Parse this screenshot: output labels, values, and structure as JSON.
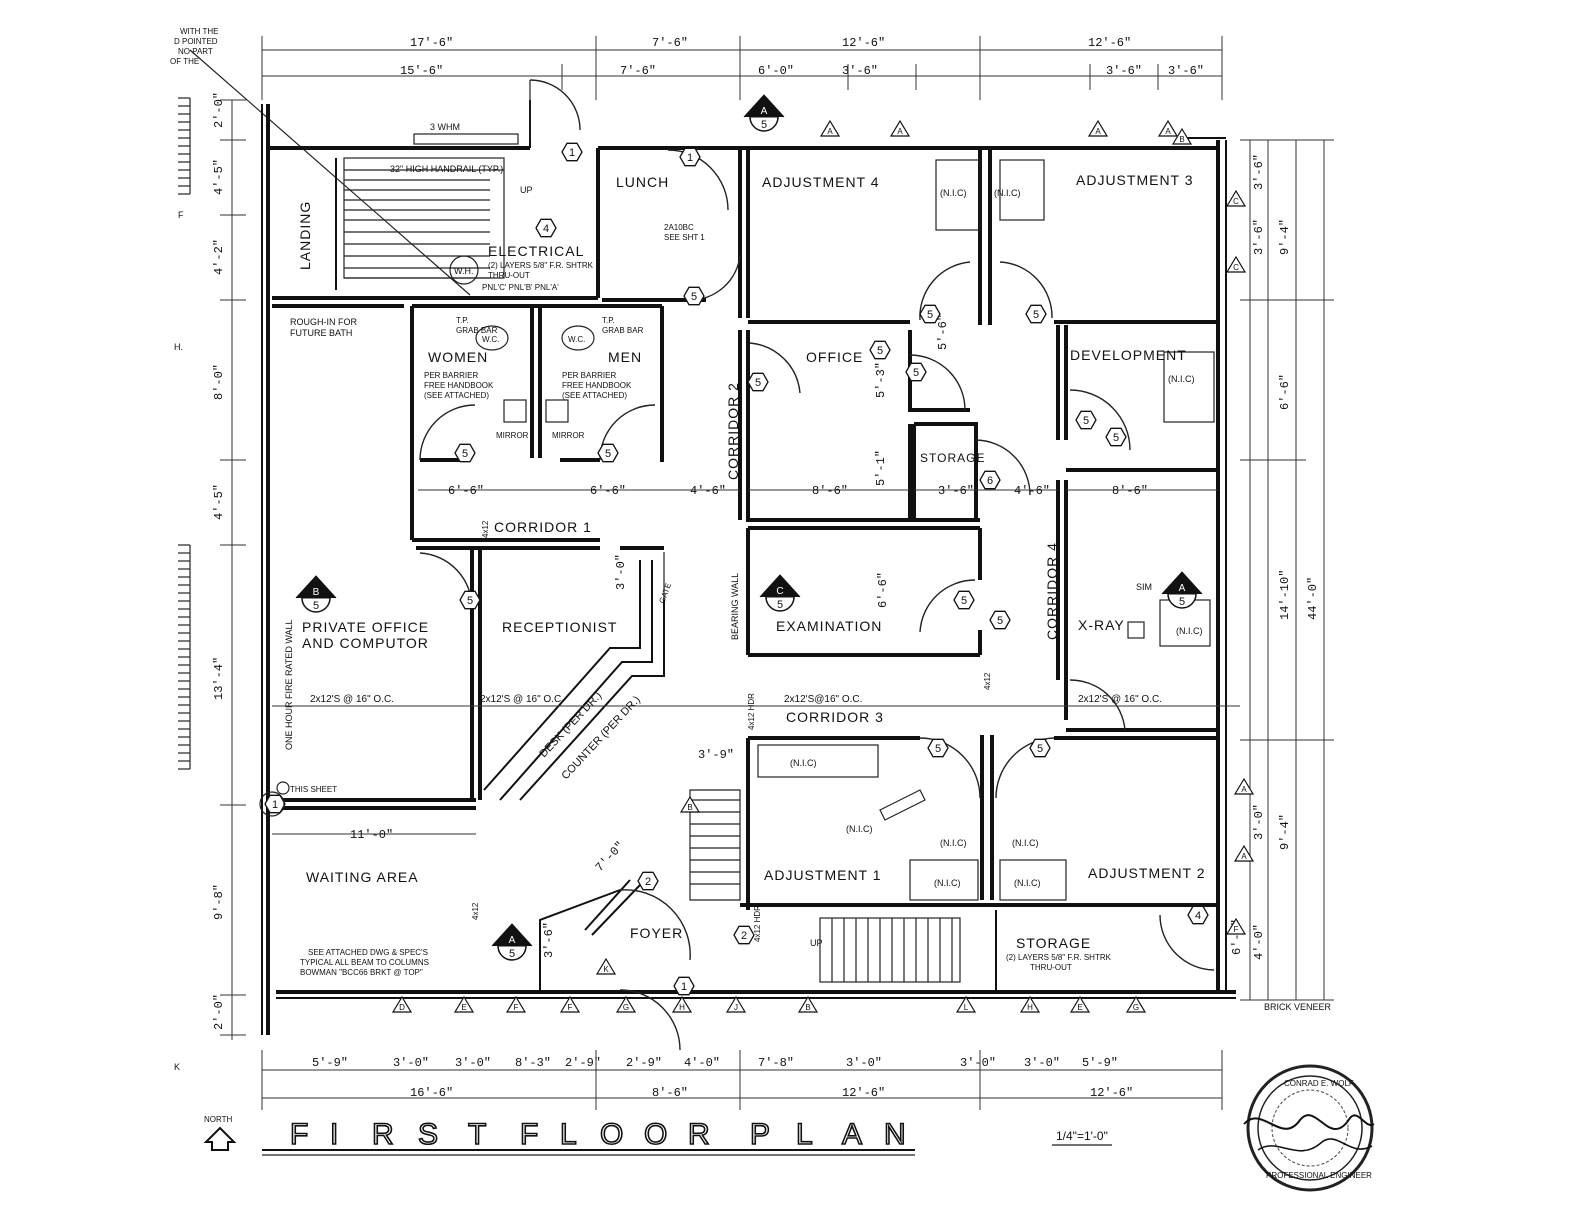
{
  "title": {
    "letters": [
      "F",
      "I",
      "R",
      "S",
      "T",
      "F",
      "L",
      "O",
      "O",
      "R",
      "P",
      "L",
      "A",
      "N"
    ],
    "scale": "1/4\"=1'-0\"",
    "north": "NORTH"
  },
  "rooms": {
    "landing": "LANDING",
    "electrical": "ELECTRICAL",
    "lunch": "LUNCH",
    "adjustment4": "ADJUSTMENT 4",
    "adjustment3": "ADJUSTMENT 3",
    "women": "WOMEN",
    "men": "MEN",
    "office": "OFFICE",
    "development": "DEVELOPMENT",
    "storage_mid": "STORAGE",
    "corridor1": "CORRIDOR 1",
    "corridor2": "CORRIDOR 2",
    "corridor3": "CORRIDOR 3",
    "corridor4": "CORRIDOR 4",
    "private_office_1": "PRIVATE OFFICE",
    "private_office_2": "AND COMPUTOR",
    "receptionist": "RECEPTIONIST",
    "examination": "EXAMINATION",
    "xray": "X-RAY",
    "waiting": "WAITING AREA",
    "foyer": "FOYER",
    "adjustment1": "ADJUSTMENT 1",
    "adjustment2": "ADJUSTMENT 2",
    "storage_bottom": "STORAGE",
    "desk": "DESK (PER DR.)",
    "counter": "COUNTER (PER DR.)"
  },
  "dims_top_outer": [
    "17'-6\"",
    "7'-6\"",
    "12'-6\"",
    "12'-6\""
  ],
  "dims_top_inner": [
    "15'-6\"",
    "7'-6\"",
    "6'-0\"",
    "3'-6\"",
    "3'-6\"",
    "3'-6\""
  ],
  "dims_bottom_inner": [
    "5'-9\"",
    "3'-0\"",
    "3'-0\"",
    "8'-3\"",
    "2'-9\"",
    "2'-9\"",
    "4'-0\"",
    "7'-8\"",
    "3'-0\"",
    "3'-0\"",
    "3'-0\"",
    "5'-9\""
  ],
  "dims_bottom_outer": [
    "16'-6\"",
    "8'-6\"",
    "12'-6\"",
    "12'-6\""
  ],
  "dims_left": [
    "2'-0\"",
    "4'-5\"",
    "4'-2\"",
    "8'-0\"",
    "4'-5\"",
    "13'-4\"",
    "9'-8\"",
    "2'-0\""
  ],
  "dims_right": [
    "3'-6\"",
    "3'-6\"",
    "9'-4\"",
    "6'-6\"",
    "14'-10\"",
    "44'-0\"",
    "3'-0\"",
    "9'-4\"",
    "4'-0\"",
    "6'-6\""
  ],
  "interior_dims": [
    "6'-6\"",
    "6'-6\"",
    "4'-6\"",
    "8'-6\"",
    "3'-6\"",
    "4'-6\"",
    "8'-6\"",
    "11'-0\"",
    "3'-9\"",
    "7'-0\"",
    "3'-6\"",
    "5'-1\"",
    "5'-3\"",
    "6'-6\"",
    "3'-0\"",
    "5'-6\""
  ],
  "beam_notes": [
    "2x12'S @ 16\" O.C.",
    "2x12'S @ 16\" O.C.",
    "2x12'S@16\" O.C.",
    "2x12'S @ 16\" O.C."
  ],
  "notes": {
    "handrail": "32\" HIGH HANDRAIL (TYP.)",
    "up1": "UP",
    "up2": "UP",
    "whm": "3 WHM",
    "wh": "W.H.",
    "elec_note1": "(2) LAYERS 5/8\" F.R. SHTRK",
    "elec_note2": "THRU-OUT",
    "panels": "PNL'C'  PNL'B'  PNL'A'",
    "lunch_note1": "2A10BC",
    "lunch_note2": "SEE SHT 1",
    "rough_in1": "ROUGH-IN FOR",
    "rough_in2": "FUTURE BATH",
    "tp_grab1": "T.P.",
    "grab_bar1": "GRAB BAR",
    "tp_grab2": "T.P.",
    "grab_bar2": "GRAB BAR",
    "wc1": "W.C.",
    "wc2": "W.C.",
    "barrier1": "PER BARRIER",
    "barrier2": "FREE HANDBOOK",
    "barrier3": "(SEE ATTACHED)",
    "mirror1": "MIRROR",
    "mirror2": "MIRROR",
    "fire_wall": "ONE HOUR FIRE RATED WALL",
    "bearing_wall": "BEARING WALL",
    "this_sheet": "THIS SHEET",
    "see_attached1": "SEE ATTACHED DWG & SPEC'S",
    "see_attached2": "TYPICAL ALL BEAM TO COLUMNS",
    "see_attached3": "BOWMAN \"BCC66 BRKT @ TOP\"",
    "storage_note1": "(2) LAYERS 5/8\" F.R. SHTRK",
    "storage_note2": "THRU-OUT",
    "brick_veneer": "BRICK VENEER",
    "nic": "(N.I.C)",
    "sim": "SIM",
    "gate": "GATE",
    "hdr1": "4x12",
    "hdr2": "4x12 HDR",
    "corner_note1": "WITH THE",
    "corner_note2": "D POINTED",
    "corner_note3": "NO PART",
    "corner_note4": "OF THE",
    "left_k": "K",
    "left_h": "H.",
    "left_f": "F"
  },
  "door_tags": [
    "1",
    "1",
    "1",
    "1",
    "2",
    "2",
    "4",
    "4",
    "5",
    "5",
    "5",
    "5",
    "5",
    "5",
    "5",
    "5",
    "5",
    "5",
    "5",
    "5",
    "5",
    "5",
    "5",
    "6"
  ],
  "section_markers": [
    {
      "letter": "A",
      "num": "5"
    },
    {
      "letter": "B",
      "num": "5"
    },
    {
      "letter": "C",
      "num": "5"
    },
    {
      "letter": "A",
      "num": "5"
    },
    {
      "letter": "A",
      "num": "5"
    }
  ],
  "window_tags": [
    "A",
    "A",
    "A",
    "A",
    "C",
    "C",
    "A",
    "A",
    "D",
    "E",
    "F",
    "F",
    "G",
    "H",
    "J",
    "K",
    "B",
    "B",
    "L",
    "H",
    "E",
    "G",
    "B",
    "F"
  ],
  "stamp": {
    "line1": "CONRAD E. WOLF",
    "line2": "PROFESSIONAL ENGINEER"
  }
}
